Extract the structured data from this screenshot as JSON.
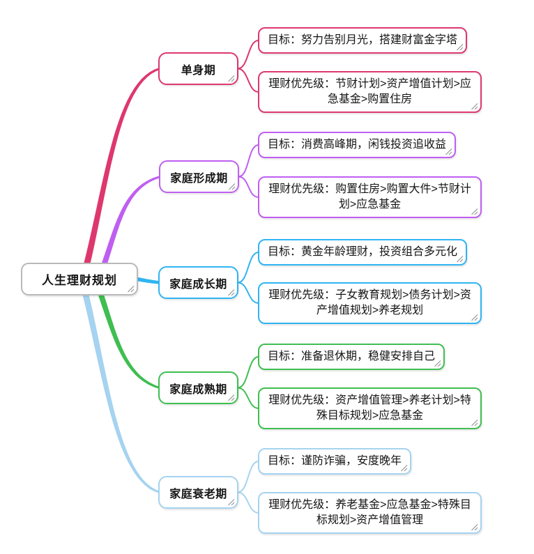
{
  "root": {
    "label": "人生理财规划",
    "border_color": "#b9b9b9"
  },
  "branches": [
    {
      "label": "单身期",
      "color": "#dd386e",
      "children": [
        {
          "text": "目标：努力告别月光，搭建财富金字塔"
        },
        {
          "text": "理财优先级：节财计划>资产增值计划>应急基金>购置住房"
        }
      ]
    },
    {
      "label": "家庭形成期",
      "color": "#bf5ff0",
      "children": [
        {
          "text": "目标：消费高峰期，闲钱投资追收益"
        },
        {
          "text": "理财优先级：购置住房>购置大件>节财计划>应急基金"
        }
      ]
    },
    {
      "label": "家庭成长期",
      "color": "#30b4f2",
      "children": [
        {
          "text": "目标：黄金年龄理财，投资组合多元化"
        },
        {
          "text": "理财优先级：子女教育规划>债务计划>资产增值规划>养老规划"
        }
      ]
    },
    {
      "label": "家庭成熟期",
      "color": "#3fbe51",
      "children": [
        {
          "text": "目标：准备退休期，稳健安排自己"
        },
        {
          "text": "理财优先级：资产增值管理>养老计划>特殊目标规划>应急基金"
        }
      ]
    },
    {
      "label": "家庭衰老期",
      "color": "#a5d3f0",
      "children": [
        {
          "text": "目标：谨防诈骗，安度晚年"
        },
        {
          "text": "理财优先级：养老基金>应急基金>特殊目标规划>资产增值管理"
        }
      ]
    }
  ],
  "icons": {
    "resize_handle": "diagonal-resize-grip"
  }
}
